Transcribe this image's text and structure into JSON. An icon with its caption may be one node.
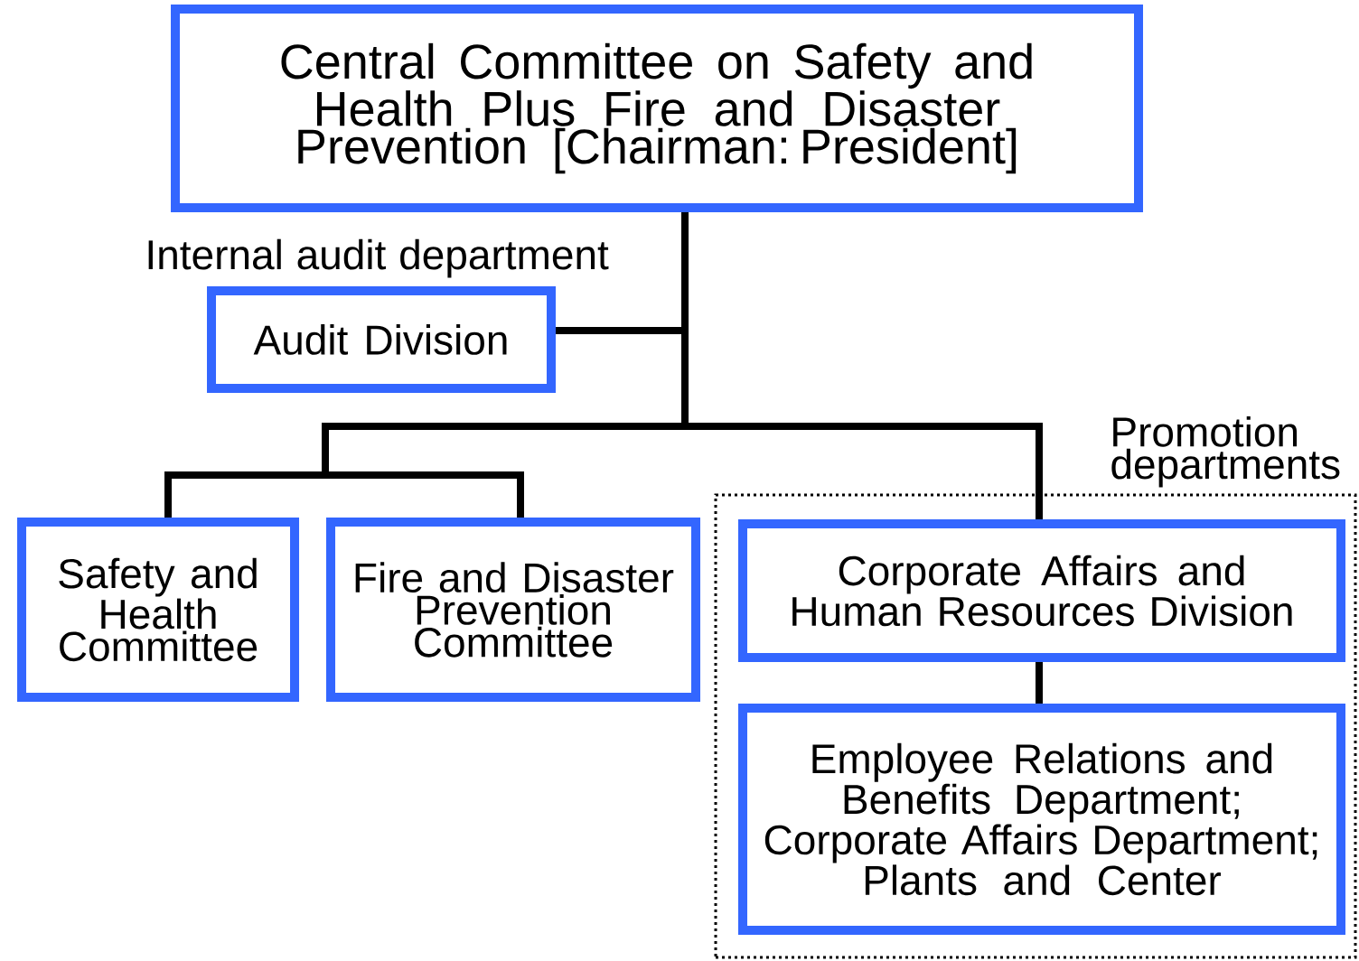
{
  "diagram": {
    "nodes": [
      {
        "text": [
          "Central Committee on Safety and Health Plus Fire and Disaster Prevention [Chairman: President]"
        ]
      },
      {
        "text": [
          "Audit Division"
        ],
        "beside": [
          "Internal audit department"
        ]
      },
      {
        "text": [
          "Safety and Health Committee"
        ]
      },
      {
        "text": [
          "Fire and Disaster Prevention Committee"
        ]
      },
      {
        "text": [
          "Promotion departments"
        ]
      },
      {
        "text": [
          "Corporate Affairs and Human Resources Division"
        ],
        "in": 4
      },
      {
        "text": [
          "Employee Relations and Benefits Department; Corporate Affairs Department; Plants and Center"
        ],
        "in": 4
      }
    ],
    "edges": [
      {
        "from": 0,
        "to": 1,
        "arrow": "none"
      },
      {
        "from": 0,
        "to": 2,
        "arrow": "none"
      },
      {
        "from": 0,
        "to": 3,
        "arrow": "none"
      },
      {
        "from": 0,
        "to": 5,
        "arrow": "none"
      },
      {
        "from": 5,
        "to": 6,
        "arrow": "none"
      }
    ]
  }
}
